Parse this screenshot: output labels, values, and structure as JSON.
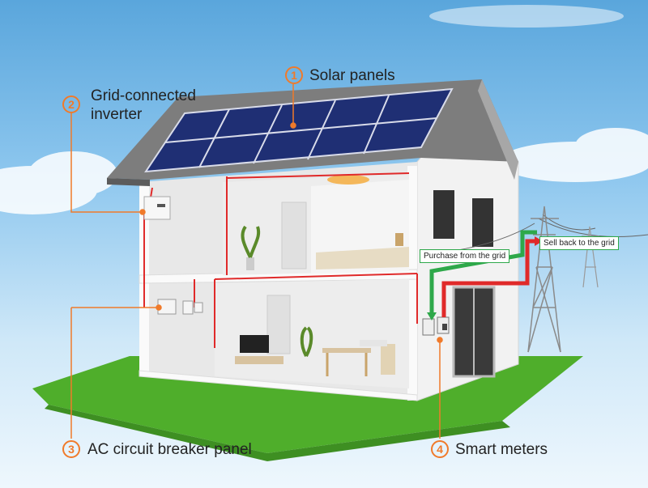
{
  "callouts": [
    {
      "number": "1",
      "label": "Solar panels"
    },
    {
      "number": "2",
      "label_line1": "Grid-connected",
      "label_line2": "inverter"
    },
    {
      "number": "3",
      "label": "AC circuit breaker panel"
    },
    {
      "number": "4",
      "label": "Smart meters"
    }
  ],
  "flows": {
    "purchase": "Purchase from the grid",
    "sell": "Sell back to the grid"
  },
  "colors": {
    "accent": "#f07a2a",
    "purchase": "#2ea84a",
    "sell": "#e02a2a",
    "grass": "#4fae2b"
  }
}
